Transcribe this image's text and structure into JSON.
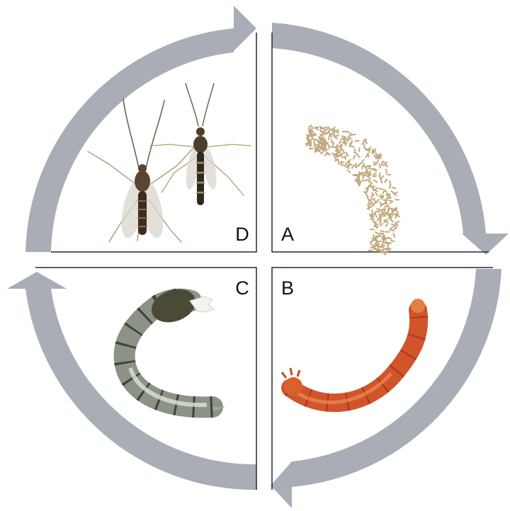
{
  "diagram": {
    "stages": [
      {
        "label": "A",
        "name": "egg-mass"
      },
      {
        "label": "B",
        "name": "larva"
      },
      {
        "label": "C",
        "name": "pupa"
      },
      {
        "label": "D",
        "name": "adult-midges"
      }
    ]
  },
  "colors": {
    "arrow": "#a9adb6",
    "frame": "#1f2a3c",
    "egg": "#c2a97e",
    "larva": "#d2542a",
    "larva_dark": "#a8381a",
    "pupa": "#6f7468",
    "pupa_light": "#c9cdc3",
    "adult_body": "#5a4530",
    "wing": "#d9d6cc"
  }
}
